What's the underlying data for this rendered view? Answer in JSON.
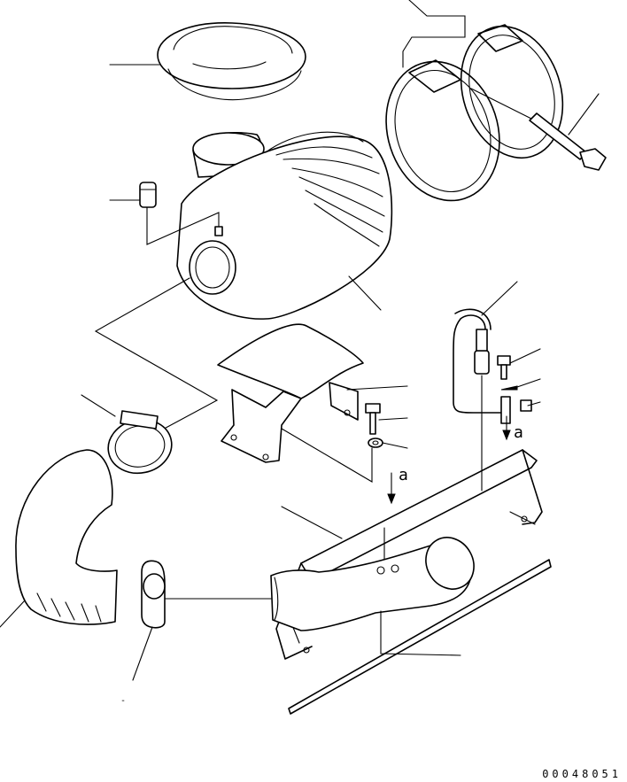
{
  "view_labels": {
    "view_a_top": "a",
    "view_a_bottom": "a"
  },
  "drawing_number": "00048051",
  "minor_mark": "-"
}
